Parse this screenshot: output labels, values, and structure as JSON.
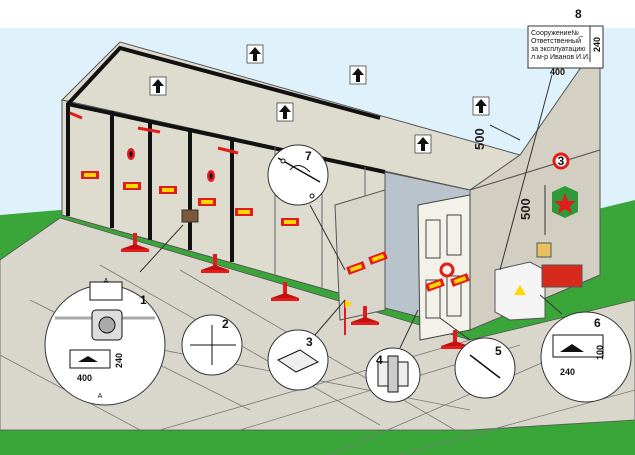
{
  "callouts": {
    "n1": "1",
    "n2": "2",
    "n3": "3",
    "n4": "4",
    "n5": "5",
    "n6": "6",
    "n7": "7",
    "n8": "8",
    "n3_wall": "3"
  },
  "dimensions": {
    "roof_500": "500",
    "wall_500": "500",
    "d400_inset1": "400",
    "d240_inset1": "240",
    "d240_inset6": "240",
    "d100_inset6": "100",
    "d400_sign": "400",
    "d240_sign": "240"
  },
  "sign8": {
    "line1": "Сооружение№_",
    "line2": "Ответственный",
    "line3": "за эксплуатацию",
    "line4": "л.м-р Иванов И.И."
  },
  "inset1_labels": {
    "a_top": "A",
    "a_bottom": "A"
  },
  "colors": {
    "sky": "#dff1fa",
    "grass": "#3aa63a",
    "wall": "#dedbcf",
    "floor": "#d9d7cc",
    "red": "#e21b1b",
    "yellow": "#ffd600"
  },
  "icons": [
    "up-arrow-icon",
    "red-star-icon",
    "fire-extinguisher-icon",
    "electrical-box-icon"
  ]
}
